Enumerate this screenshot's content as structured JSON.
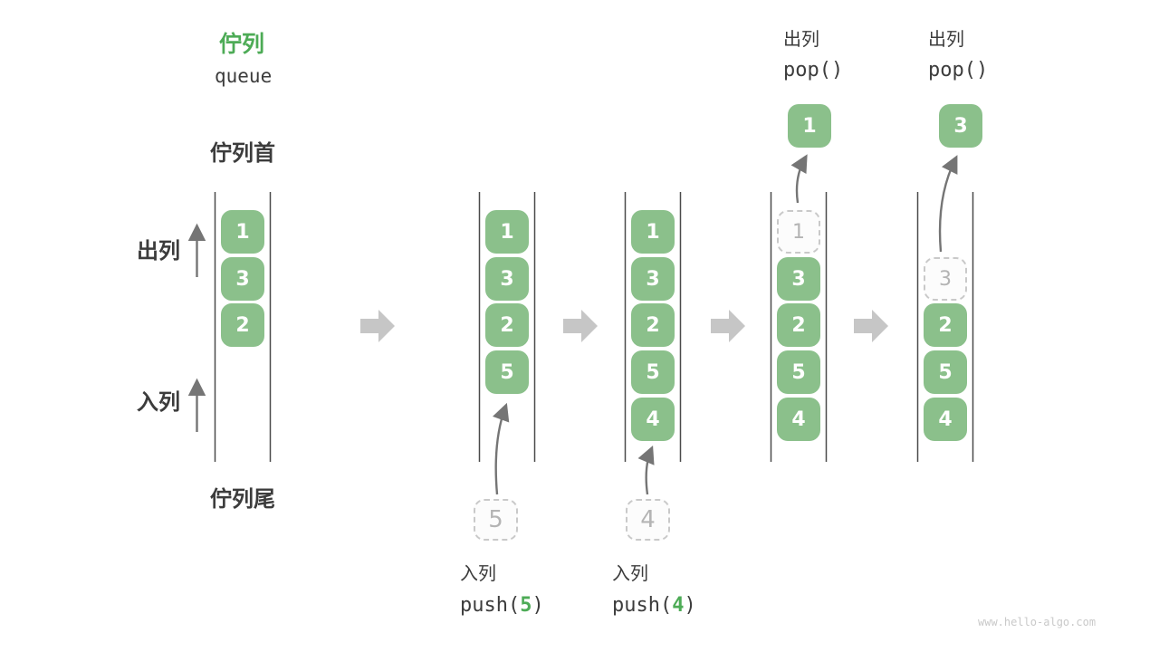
{
  "header": {
    "title_zh": "佇列",
    "title_en": "queue"
  },
  "labels": {
    "queue_front": "佇列首",
    "queue_rear": "佇列尾",
    "dequeue": "出列",
    "enqueue": "入列"
  },
  "colors": {
    "title_green": "#4dab56",
    "cell_green": "#8bc08b",
    "code_arg_green": "#4dab56",
    "dark_text": "#3c3c3c",
    "column_line": "#4a4a4a",
    "arrow_gray": "#757575",
    "block_arrow_gray": "#c6c6c6",
    "dashed_border_gray": "#c9c9c9",
    "dashed_text_gray": "#b4b4b4"
  },
  "stages": [
    {
      "cells": [
        "1",
        "3",
        "2"
      ]
    },
    {
      "cells": [
        "1",
        "3",
        "2",
        "5"
      ],
      "incoming": "5",
      "op": {
        "action": "入列",
        "fn_open": "push(",
        "arg": "5",
        "fn_close": ")"
      }
    },
    {
      "cells": [
        "1",
        "3",
        "2",
        "5",
        "4"
      ],
      "incoming": "4",
      "op": {
        "action": "入列",
        "fn_open": "push(",
        "arg": "4",
        "fn_close": ")"
      }
    },
    {
      "cells": [
        "1",
        "3",
        "2",
        "5",
        "4"
      ],
      "popped": "1",
      "op": {
        "action": "出列",
        "code": "pop()"
      }
    },
    {
      "cells": [
        "3",
        "2",
        "5",
        "4"
      ],
      "popped": "3",
      "op": {
        "action": "出列",
        "code": "pop()"
      }
    }
  ],
  "watermark": "www.hello-algo.com"
}
